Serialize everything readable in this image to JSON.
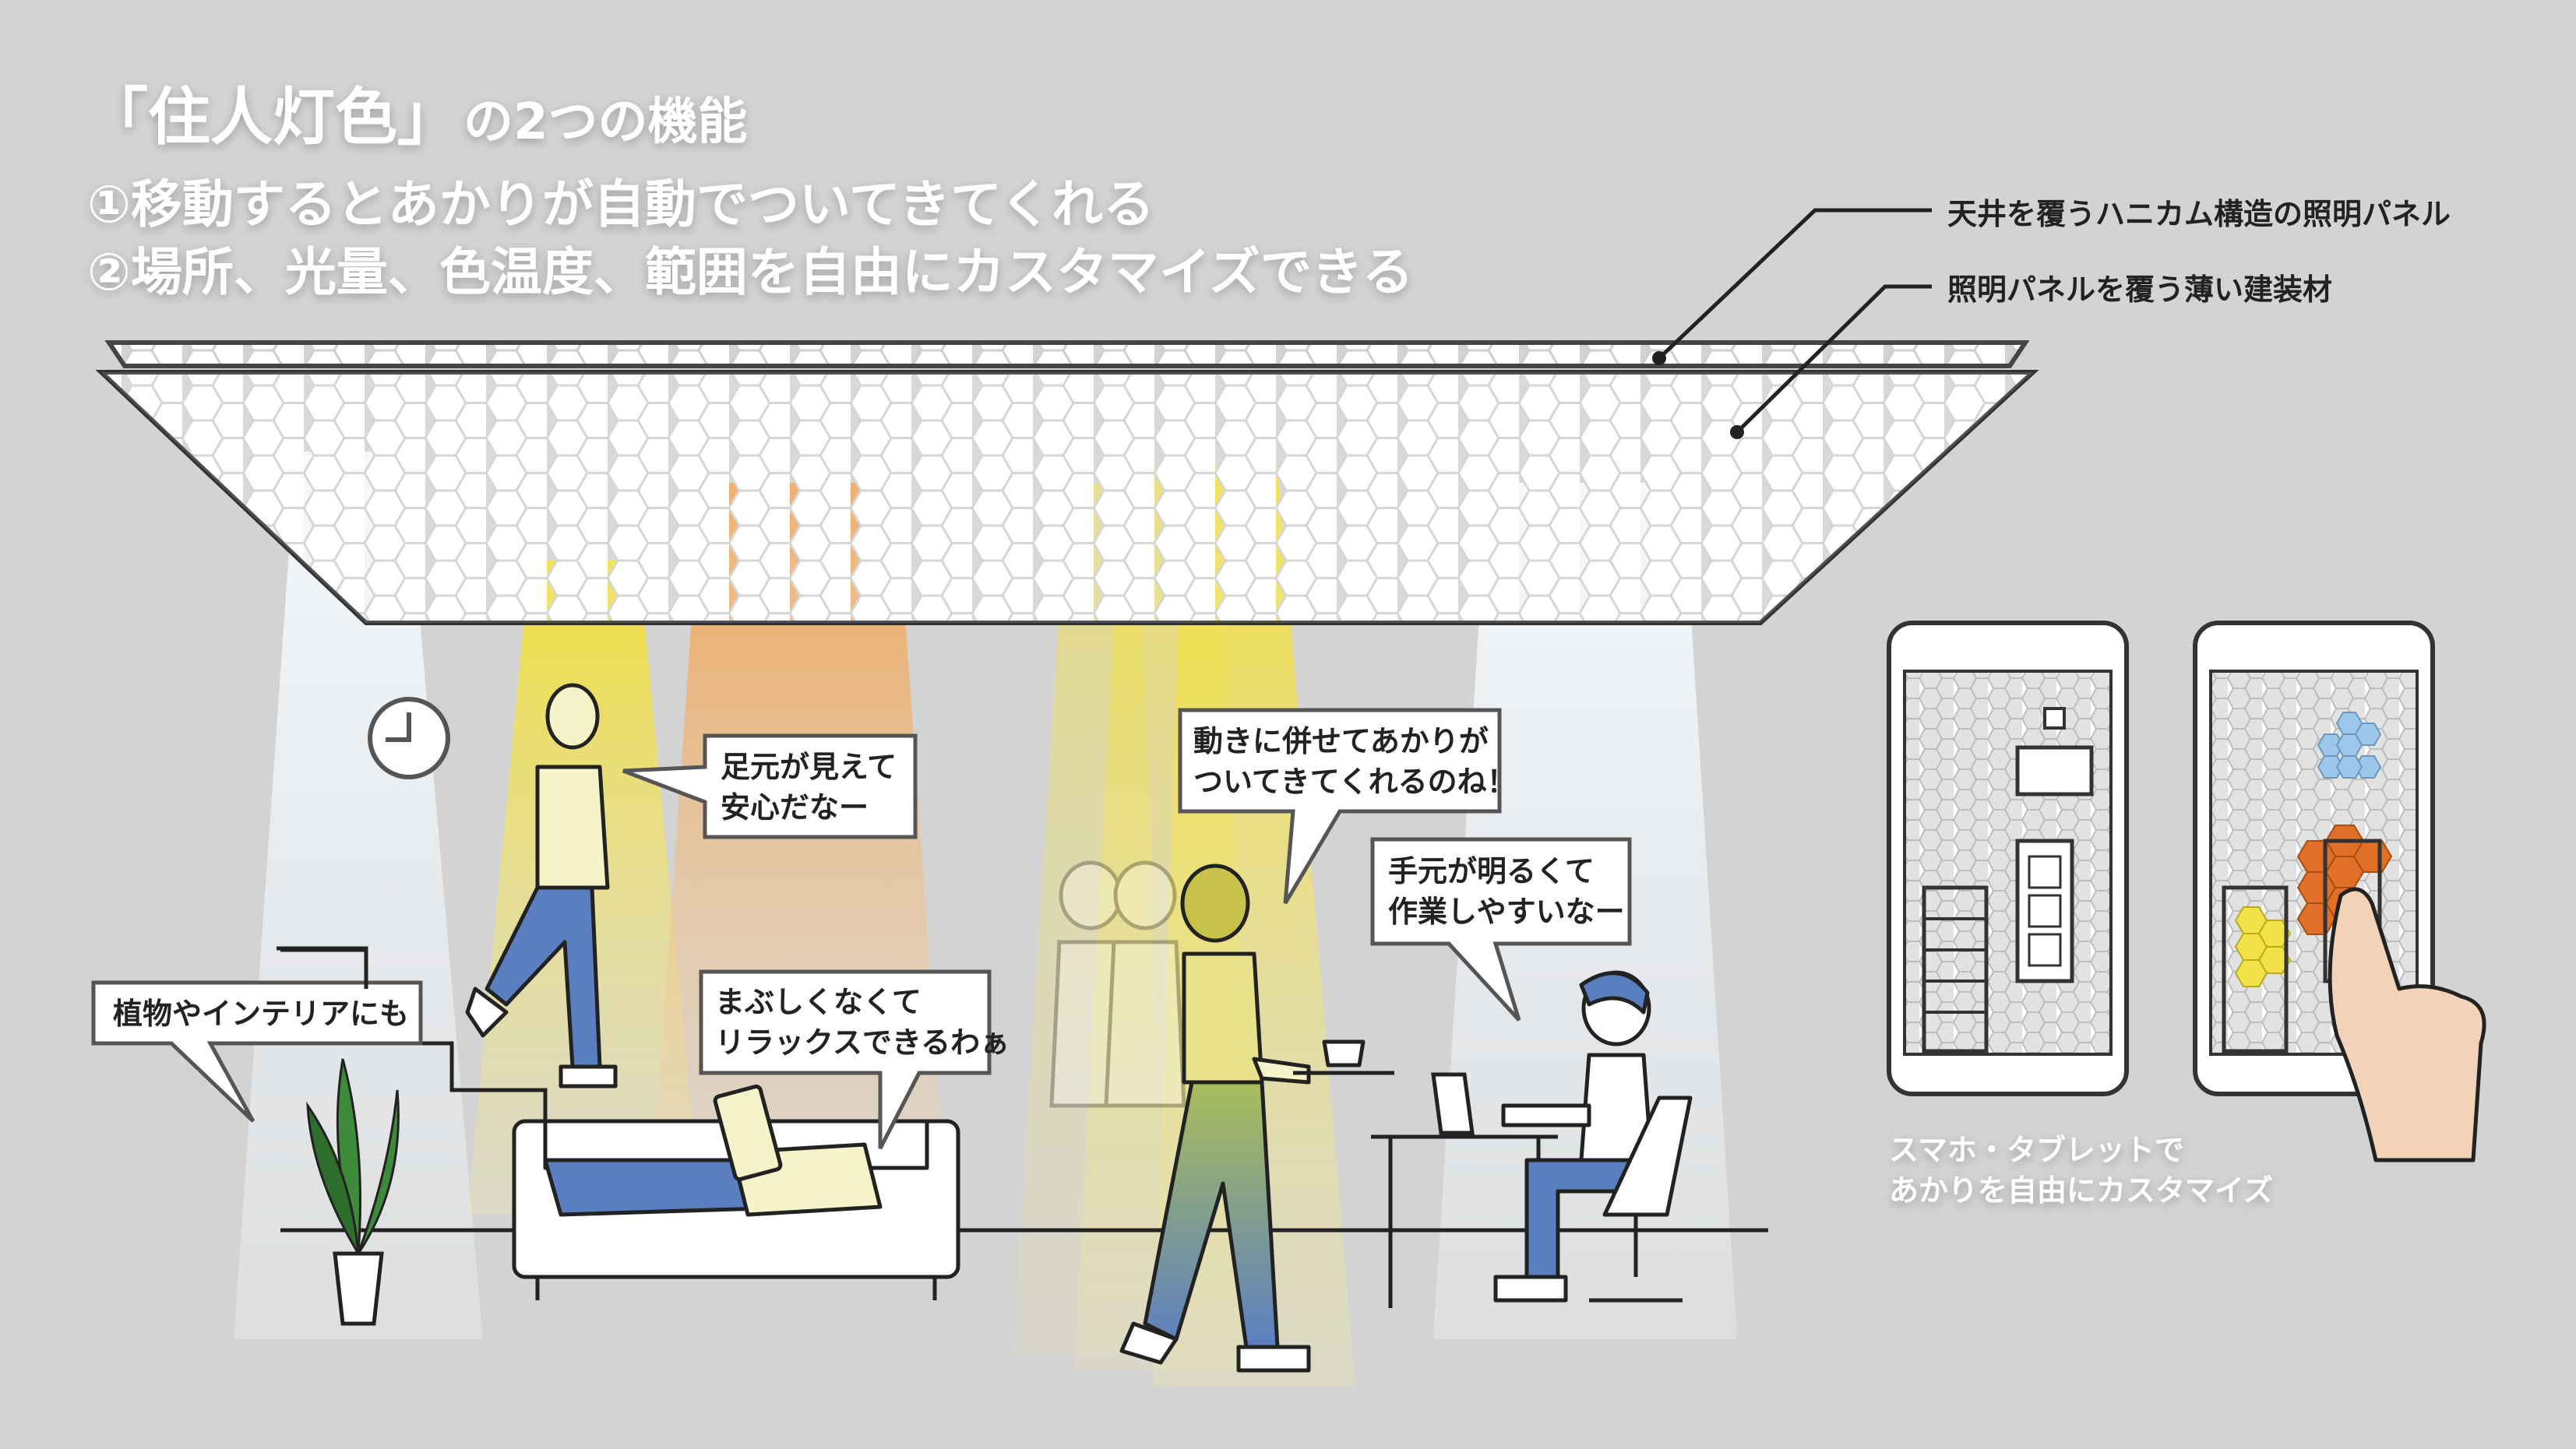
{
  "heading": {
    "title_main": "「住人灯色」",
    "title_suffix": "の2つの機能",
    "feature_1": "①移動するとあかりが自動でついてきてくれる",
    "feature_2": "②場所、光量、色温度、範囲を自由にカスタマイズできる"
  },
  "callouts": {
    "honeycomb_panel": "天井を覆うハニカム構造の照明パネル",
    "cover_material": "照明パネルを覆う薄い建装材"
  },
  "bubbles": {
    "plants": "植物やインテリアにも",
    "stairs_line1": "足元が見えて",
    "stairs_line2": "安心だなー",
    "sofa_line1": "まぶしくなくて",
    "sofa_line2": "リラックスできるわぁ",
    "walker_line1": "動きに併せてあかりが",
    "walker_line2": "ついてきてくれるのね！",
    "desk_line1": "手元が明るくて",
    "desk_line2": "作業しやすいなー"
  },
  "phone_caption": {
    "line1": "スマホ・タブレットで",
    "line2": "あかりを自由にカスタマイズ"
  },
  "colors": {
    "background": "#d3d3d3",
    "light_cool": "#e8f0f6",
    "light_yellow": "#f2e24a",
    "light_orange": "#f0a55a",
    "hex_blue": "#9cc6ea",
    "hex_orange": "#e07028",
    "hex_yellow": "#f2e24a",
    "figure_fill": "#f5f3c8",
    "pants_blue": "#5a7fc0",
    "outline": "#222222"
  }
}
